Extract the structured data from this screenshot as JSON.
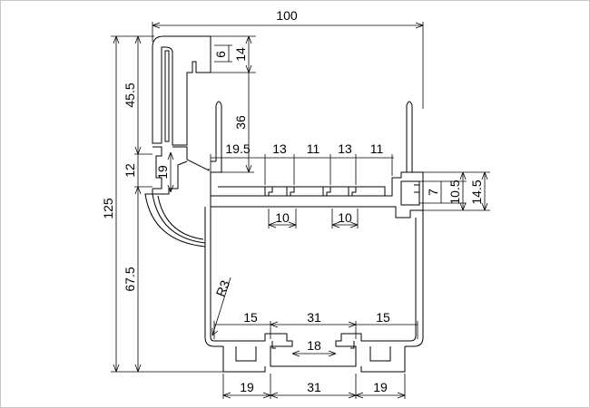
{
  "dimensions": {
    "total_width": "100",
    "total_height": "125",
    "upper_height": "45.5",
    "middle_height": "12",
    "lower_height": "67.5",
    "slot_depth": "6",
    "top_hook_height": "14",
    "rail_height": "36",
    "left_step": "19.5",
    "gap_a1": "13",
    "gap_b1": "11",
    "gap_a2": "13",
    "gap_b2": "11",
    "slot_inner_height": "19",
    "right_small": "7",
    "right_mid": "10.5",
    "right_large": "14.5",
    "slot_width_1": "10",
    "slot_width_2": "10",
    "radius": "R3",
    "bottom_left_flange": "15",
    "bottom_mid_span": "31",
    "bottom_right_flange": "15",
    "bottom_inner": "18",
    "base_left": "19",
    "base_mid": "31",
    "base_right": "19"
  }
}
